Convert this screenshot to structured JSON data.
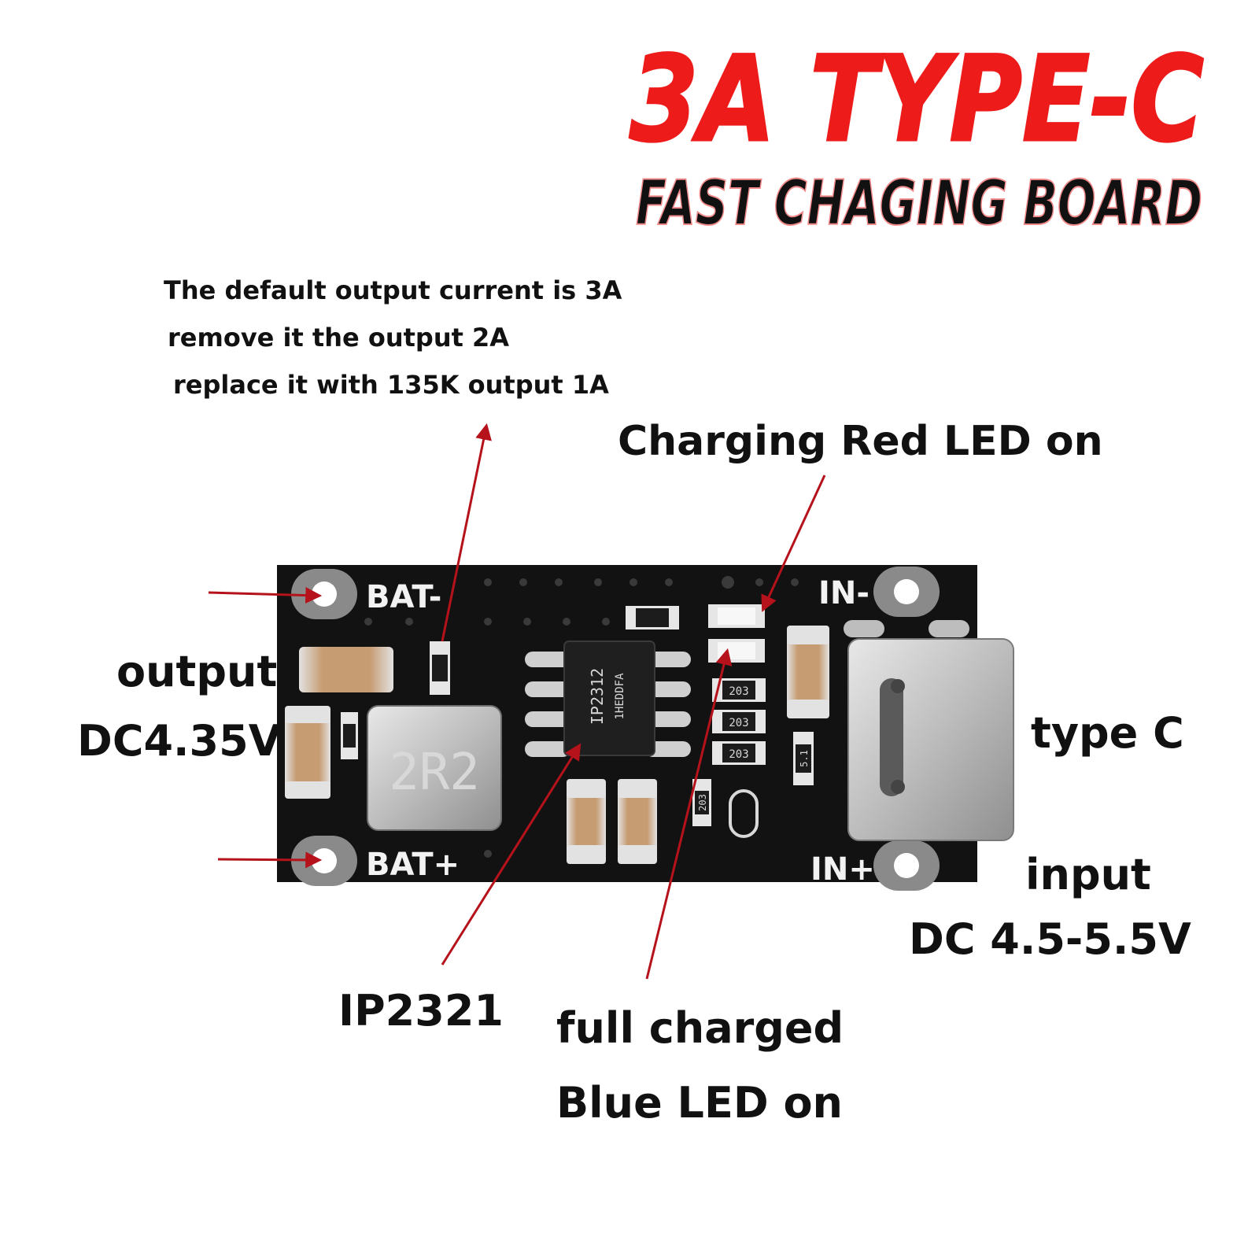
{
  "title": {
    "main": "3A TYPE-C",
    "sub": "FAST CHAGING BOARD"
  },
  "annotations": {
    "resistor_note": [
      "The default output current is 3A",
      "remove it the output 2A",
      "replace it with 135K output 1A"
    ],
    "charging_led": "Charging Red LED on",
    "output_label": "output",
    "output_voltage": "DC4.35V",
    "type_c": "type C",
    "input_label": "input",
    "input_voltage": "DC 4.5-5.5V",
    "chip": "IP2321",
    "full_charged_line1": "full charged",
    "full_charged_line2": "Blue LED on"
  },
  "board": {
    "pads": {
      "bat_minus": "BAT-",
      "bat_plus": "BAT+",
      "in_minus": "IN-",
      "in_plus": "IN+"
    },
    "inductor_marking": "2R2",
    "ic_marking_line1": "IP2312",
    "ic_marking_line2": "1HEDDFA",
    "resistor_markings": [
      "203",
      "203",
      "203",
      "203",
      "5.1"
    ],
    "colors": {
      "pcb": "#121212",
      "title_red": "#ee1b1b",
      "arrow": "#b5121b"
    }
  }
}
